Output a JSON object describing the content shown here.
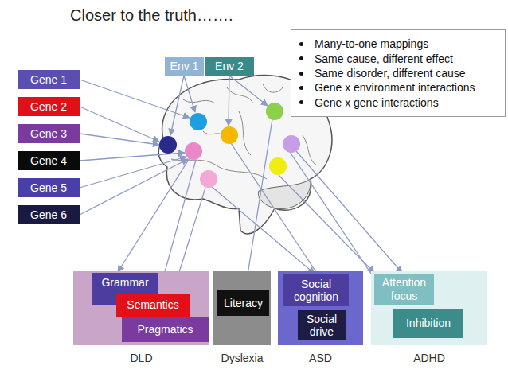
{
  "diagram": {
    "title": "Closer to the truth…….",
    "nodes": [
      {
        "text": [
          "Env 1"
        ]
      },
      {
        "text": [
          "Env 2"
        ]
      },
      {
        "text": [
          "Many-to-one mappings",
          "Same cause, different effect",
          "Same disorder, different cause",
          "Gene x environment interactions",
          "Gene x gene interactions"
        ]
      },
      {
        "text": [
          "Gene 1"
        ]
      },
      {
        "text": [
          "Gene 2"
        ]
      },
      {
        "text": [
          "Gene 3"
        ]
      },
      {
        "text": [
          "Gene 4"
        ]
      },
      {
        "text": [
          "Gene 5"
        ]
      },
      {
        "text": [
          "Gene 6"
        ]
      },
      {
        "text": [
          "DLD"
        ]
      },
      {
        "text": [
          "Grammar"
        ],
        "in": 9
      },
      {
        "text": [
          "Semantics"
        ],
        "in": 9
      },
      {
        "text": [
          "Pragmatics"
        ],
        "in": 9
      },
      {
        "text": [
          "Dyslexia"
        ]
      },
      {
        "text": [
          "Literacy"
        ],
        "in": 13
      },
      {
        "text": [
          "ASD"
        ]
      },
      {
        "text": [
          "Social cognition"
        ],
        "in": 15
      },
      {
        "text": [
          "Social drive"
        ],
        "in": 15
      },
      {
        "text": [
          "ADHD"
        ]
      },
      {
        "text": [
          "Attention focus"
        ],
        "in": 18
      },
      {
        "text": [
          "Inhibition"
        ],
        "in": 18
      }
    ]
  }
}
